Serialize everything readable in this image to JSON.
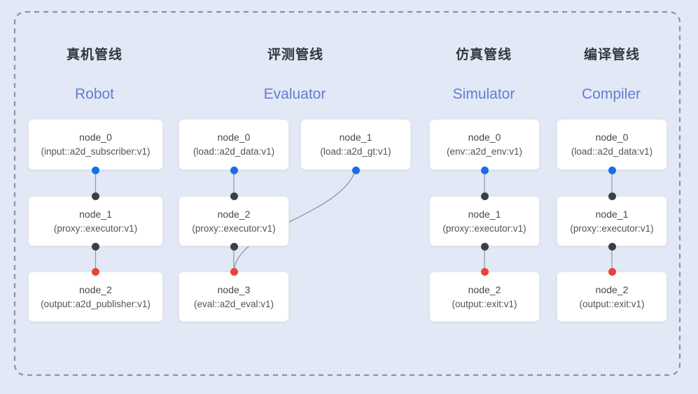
{
  "colors": {
    "background": "#e3e8f6",
    "frame_dash": "#8d939d",
    "node_fill": "#ffffff",
    "node_border": "#e4e7ec",
    "node_text": "#45484e",
    "pipeline_title_zh": "#33373d",
    "pipeline_title_en": "#5f80cf",
    "edge_line": "#8c96a9",
    "port_output_source": "#1a6dea",
    "port_intermediate": "#3d4043",
    "port_sink_input": "#e94334"
  },
  "pipelines": [
    {
      "title_zh": "真机管线",
      "title_en": "Robot",
      "nodes": [
        {
          "name": "node_0",
          "type": "(input::a2d_subscriber:v1)"
        },
        {
          "name": "node_1",
          "type": "(proxy::executor:v1)"
        },
        {
          "name": "node_2",
          "type": "(output::a2d_publisher:v1)"
        }
      ]
    },
    {
      "title_zh": "评测管线",
      "title_en": "Evaluator",
      "nodes": [
        {
          "name": "node_0",
          "type": "(load::a2d_data:v1)"
        },
        {
          "name": "node_1",
          "type": "(load::a2d_gt:v1)"
        },
        {
          "name": "node_2",
          "type": "(proxy::executor:v1)"
        },
        {
          "name": "node_3",
          "type": "(eval::a2d_eval:v1)"
        }
      ]
    },
    {
      "title_zh": "仿真管线",
      "title_en": "Simulator",
      "nodes": [
        {
          "name": "node_0",
          "type": "(env::a2d_env:v1)"
        },
        {
          "name": "node_1",
          "type": "(proxy::executor:v1)"
        },
        {
          "name": "node_2",
          "type": "(output::exit:v1)"
        }
      ]
    },
    {
      "title_zh": "编译管线",
      "title_en": "Compiler",
      "nodes": [
        {
          "name": "node_0",
          "type": "(load::a2d_data:v1)"
        },
        {
          "name": "node_1",
          "type": "(proxy::executor:v1)"
        },
        {
          "name": "node_2",
          "type": "(output::exit:v1)"
        }
      ]
    }
  ],
  "edges": [
    {
      "pipeline": "Robot",
      "from": "node_0",
      "to": "node_1",
      "from_port": "blue",
      "to_port": "black",
      "shape": "straight"
    },
    {
      "pipeline": "Robot",
      "from": "node_1",
      "to": "node_2",
      "from_port": "black",
      "to_port": "red",
      "shape": "straight"
    },
    {
      "pipeline": "Evaluator",
      "from": "node_0",
      "to": "node_2",
      "from_port": "blue",
      "to_port": "black",
      "shape": "straight"
    },
    {
      "pipeline": "Evaluator",
      "from": "node_2",
      "to": "node_3",
      "from_port": "black",
      "to_port": "red",
      "shape": "straight"
    },
    {
      "pipeline": "Evaluator",
      "from": "node_1",
      "to": "node_3",
      "from_port": "blue",
      "to_port": "red",
      "shape": "curved"
    },
    {
      "pipeline": "Simulator",
      "from": "node_0",
      "to": "node_1",
      "from_port": "blue",
      "to_port": "black",
      "shape": "straight"
    },
    {
      "pipeline": "Simulator",
      "from": "node_1",
      "to": "node_2",
      "from_port": "black",
      "to_port": "red",
      "shape": "straight"
    },
    {
      "pipeline": "Compiler",
      "from": "node_0",
      "to": "node_1",
      "from_port": "blue",
      "to_port": "black",
      "shape": "straight"
    },
    {
      "pipeline": "Compiler",
      "from": "node_1",
      "to": "node_2",
      "from_port": "black",
      "to_port": "red",
      "shape": "straight"
    }
  ]
}
